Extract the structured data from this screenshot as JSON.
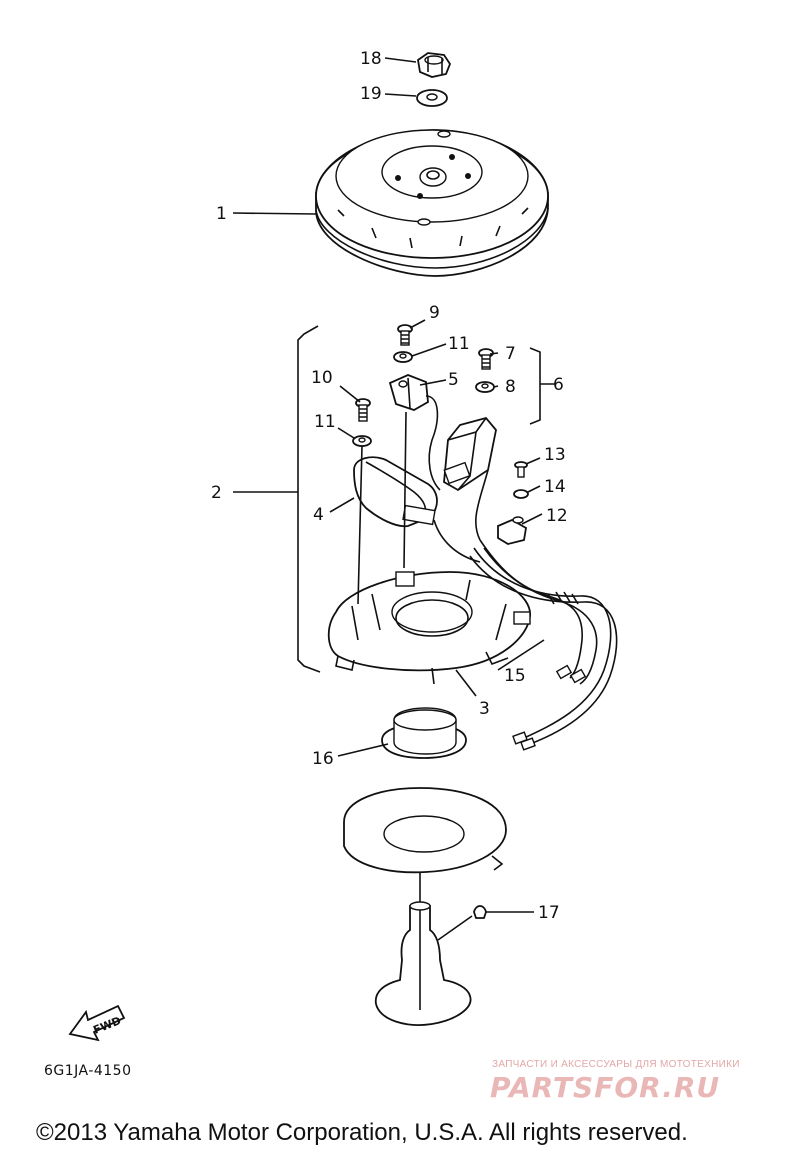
{
  "callouts": {
    "c1": "1",
    "c2": "2",
    "c3": "3",
    "c4": "4",
    "c5": "5",
    "c6": "6",
    "c7": "7",
    "c8": "8",
    "c9": "9",
    "c10": "10",
    "c11a": "11",
    "c11b": "11",
    "c12": "12",
    "c13": "13",
    "c14": "14",
    "c15": "15",
    "c16": "16",
    "c17": "17",
    "c18": "18",
    "c19": "19"
  },
  "fwd_label": "FWD",
  "diagram_code": "6G1JA-4150",
  "watermark": {
    "tagline": "ЗАПЧАСТИ И АКСЕССУАРЫ ДЛЯ МОТОТЕХНИКИ",
    "logo": "PARTSFOR.RU"
  },
  "copyright": "©2013 Yamaha Motor Corporation, U.S.A. All rights reserved."
}
